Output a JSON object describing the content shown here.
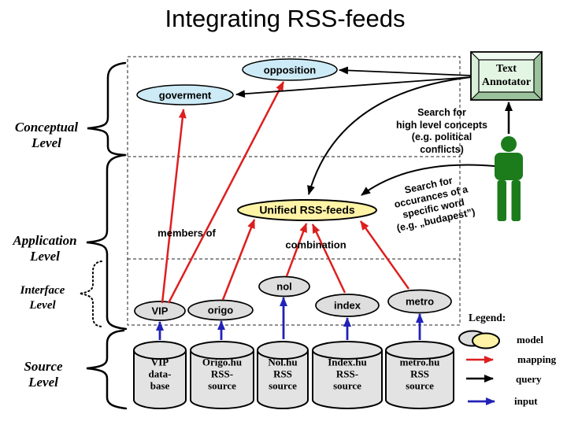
{
  "title": "Integrating RSS-feeds",
  "levels": {
    "conceptual": "Conceptual\nLevel",
    "application": "Application\nLevel",
    "interface": "Interface\nLevel",
    "source": "Source\nLevel"
  },
  "concepts": {
    "opposition": "opposition",
    "goverment": "goverment"
  },
  "application": {
    "unified": "Unified RSS-feeds",
    "members_of": "members of",
    "combination": "combination"
  },
  "interface": {
    "vip": "VIP",
    "origo": "origo",
    "nol": "nol",
    "index": "index",
    "metro": "metro"
  },
  "sources": [
    {
      "label": "VIP\ndata-\nbase"
    },
    {
      "label": "Origo.hu\nRSS-\nsource"
    },
    {
      "label": "Nol.hu\nRSS\nsource"
    },
    {
      "label": "Index.hu\nRSS-\nsource"
    },
    {
      "label": "metro.hu\nRSS\nsource"
    }
  ],
  "annotator": {
    "label": "Text\nAnnotator",
    "icon": "person-icon"
  },
  "queries": {
    "high_level": "Search for\nhigh level concepts\n(e.g. political\nconflicts)",
    "word": "Search for\noccurances of a\nspecific word\n(e.g. „budapest”)"
  },
  "legend": {
    "title": "Legend:",
    "items": [
      {
        "label": "model",
        "symbol": "ellipse-pair-icon"
      },
      {
        "label": "mapping",
        "symbol": "red-arrow-icon"
      },
      {
        "label": "query",
        "symbol": "black-arrow-icon"
      },
      {
        "label": "input",
        "symbol": "blue-arrow-icon"
      }
    ]
  },
  "colors": {
    "concept_fill": "#CDEBF7",
    "unified_fill": "#FFF3A6",
    "interface_fill": "#DEDEDE",
    "source_fill": "#E3E3E3",
    "annotator_fill": "#E3F6E3",
    "person": "#1C7C1C",
    "mapping": "#DD1F1F",
    "query": "#000000",
    "input": "#2222B8"
  }
}
